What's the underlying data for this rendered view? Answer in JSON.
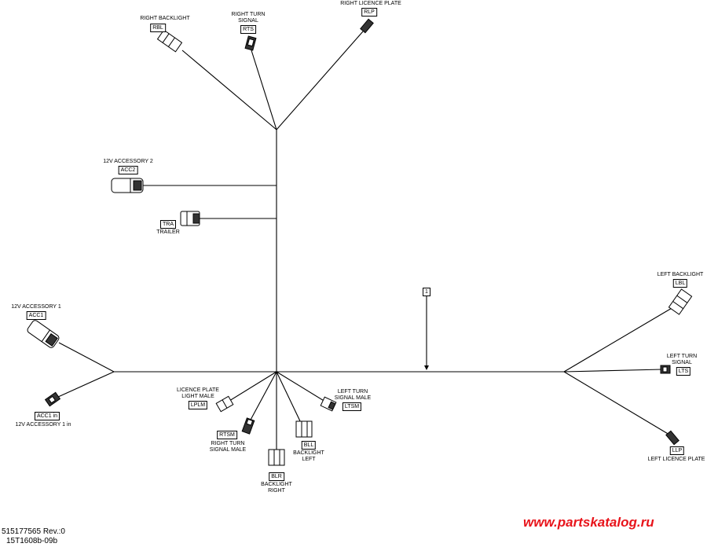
{
  "connectors": {
    "rbl": {
      "name": "RIGHT BACKLIGHT",
      "code": "RBL"
    },
    "rts": {
      "name_1": "RIGHT TURN",
      "name_2": "SIGNAL",
      "code": "RTS"
    },
    "rlp": {
      "name": "RIGHT LICENCE PLATE",
      "code": "RLP"
    },
    "acc2": {
      "name": "12V ACCESSORY 2",
      "code": "ACC2"
    },
    "tra": {
      "name": "TRAILER",
      "code": "TRA"
    },
    "acc1": {
      "name": "12V ACCESSORY 1",
      "code": "ACC1"
    },
    "acc1in": {
      "name": "12V ACCESSORY 1 in",
      "code": "ACC1 in"
    },
    "lplm": {
      "name_1": "LICENCE PLATE",
      "name_2": "LIGHT MALE",
      "code": "LPLM"
    },
    "rtsm": {
      "name_1": "RIGHT TURN",
      "name_2": "SIGNAL MALE",
      "code": "RTSM"
    },
    "blr": {
      "name_1": "BACKLIGHT",
      "name_2": "RIGHT",
      "code": "BLR"
    },
    "bll": {
      "name_1": "BACKLIGHT",
      "name_2": "LEFT",
      "code": "BLL"
    },
    "ltsm": {
      "name_1": "LEFT TURN",
      "name_2": "SIGNAL MALE",
      "code": "LTSM"
    },
    "lbl": {
      "name": "LEFT BACKLIGHT",
      "code": "LBL"
    },
    "lts": {
      "name_1": "LEFT TURN",
      "name_2": "SIGNAL",
      "code": "LTS"
    },
    "llp": {
      "name": "LEFT LICENCE PLATE",
      "code": "LLP"
    }
  },
  "callout": "1",
  "footer": {
    "part_number": "515177565 Rev.:0",
    "drawing_id": "15T1608b-09b"
  },
  "watermark": {
    "text": "www.partskatalog.ru",
    "color": "#e8141b"
  }
}
